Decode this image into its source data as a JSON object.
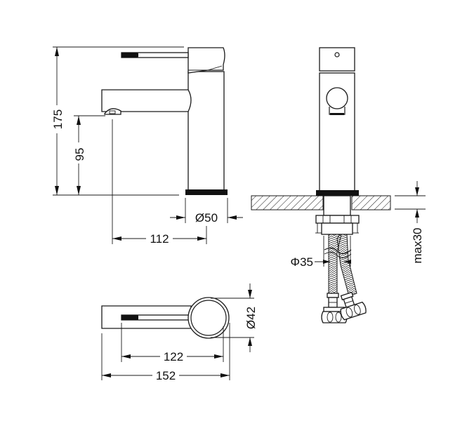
{
  "drawing": {
    "title": "Basin mixer technical drawing",
    "views": {
      "side": {
        "dimensions": {
          "total_height": "175",
          "spout_height": "95",
          "base_diameter": "Ø50",
          "spout_reach": "112"
        }
      },
      "front": {
        "dimensions": {
          "hose_diameter": "Φ35",
          "max_counter_thickness": "max30"
        }
      },
      "top": {
        "dimensions": {
          "body_diameter": "Ø42",
          "lever_length": "122",
          "total_length": "152"
        }
      }
    },
    "colors": {
      "line": "#1a1a1a",
      "fill_black": "#111111",
      "background": "#ffffff"
    }
  }
}
